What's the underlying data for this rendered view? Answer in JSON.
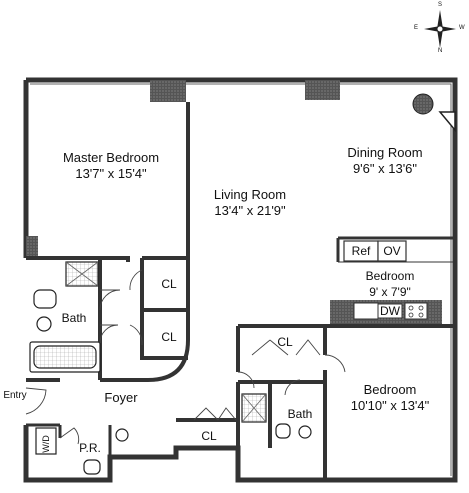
{
  "compass": {
    "n": "N",
    "s": "S",
    "e": "E",
    "w": "W"
  },
  "rooms": {
    "master": {
      "name": "Master Bedroom",
      "size": "13'7\" x 15'4\""
    },
    "living": {
      "name": "Living Room",
      "size": "13'4\" x 21'9\""
    },
    "dining": {
      "name": "Dining Room",
      "size": "9'6\" x 13'6\""
    },
    "bedroom2": {
      "name": "Bedroom",
      "size": "9' x 7'9\""
    },
    "bedroom3": {
      "name": "Bedroom",
      "size": "10'10\" x 13'4\""
    },
    "bath1": "Bath",
    "bath2": "Bath",
    "cl1": "CL",
    "cl2": "CL",
    "cl3": "CL",
    "cl4": "CL",
    "foyer": "Foyer",
    "entry": "Entry",
    "pr": "P.R.",
    "wd": "W/D"
  },
  "appliances": {
    "ref": "Ref",
    "ov": "OV",
    "dw": "DW"
  },
  "colors": {
    "wall": "#444444",
    "line": "#222222",
    "hatch": "#777777"
  }
}
